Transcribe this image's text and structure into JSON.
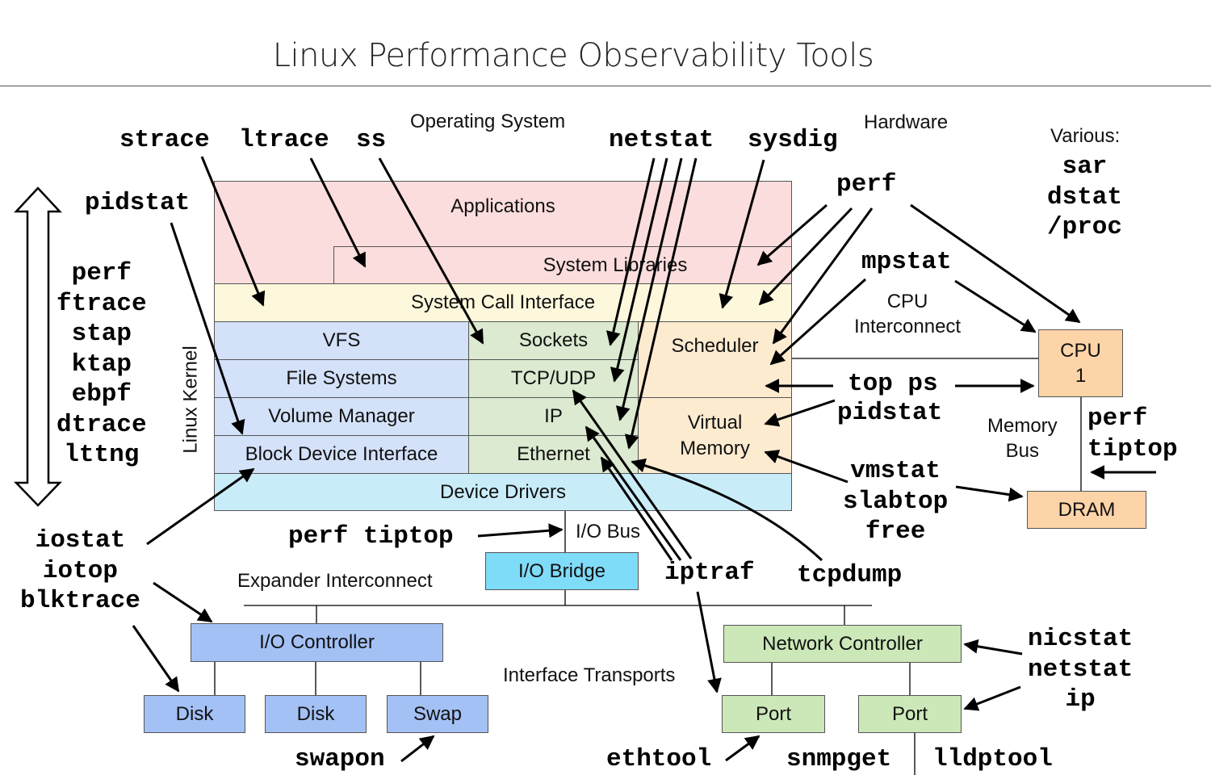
{
  "title": "Linux Performance Observability Tools",
  "colors": {
    "app_layer": "#fcdddd",
    "syscall_layer": "#fdf8dc",
    "vfs_layer": "#d3e1f9",
    "net_layer": "#dbead0",
    "sched_layer": "#fdebd0",
    "drivers": "#c9ecf9",
    "io_bridge": "#7fdcf8",
    "io_ctrl": "#a3c1f5",
    "net_ctrl": "#cce8b8",
    "cpu": "#fcd4a7",
    "line": "#000000"
  },
  "section_labels": {
    "operating_system": "Operating System",
    "hardware": "Hardware",
    "various": "Various:",
    "linux_kernel": "Linux Kernel",
    "cpu_interconnect": [
      "CPU",
      "Interconnect"
    ],
    "memory_bus": [
      "Memory",
      "Bus"
    ],
    "io_bus": "I/O Bus",
    "expander_interconnect": "Expander Interconnect",
    "interface_transports": "Interface Transports"
  },
  "components": {
    "applications": "Applications",
    "system_libraries": "System Libraries",
    "system_call_interface": "System Call Interface",
    "vfs": "VFS",
    "file_systems": "File Systems",
    "volume_manager": "Volume Manager",
    "block_device_interface": "Block Device Interface",
    "sockets": "Sockets",
    "tcp_udp": "TCP/UDP",
    "ip": "IP",
    "ethernet": "Ethernet",
    "scheduler": "Scheduler",
    "virtual_memory": [
      "Virtual",
      "Memory"
    ],
    "device_drivers": "Device Drivers",
    "io_bridge": "I/O Bridge",
    "io_controller": "I/O Controller",
    "disk_1": "Disk",
    "disk_2": "Disk",
    "swap": "Swap",
    "network_controller": "Network Controller",
    "port_1": "Port",
    "port_2": "Port",
    "cpu": [
      "CPU",
      "1"
    ],
    "dram": "DRAM"
  },
  "tools": {
    "strace": "strace",
    "ltrace": "ltrace",
    "ss": "ss",
    "netstat_top": "netstat",
    "sysdig": "sysdig",
    "pidstat_left": "pidstat",
    "left_stack": [
      "perf",
      "ftrace",
      "stap",
      "ktap",
      "ebpf",
      "dtrace",
      "lttng"
    ],
    "various": [
      "sar",
      "dstat",
      "/proc"
    ],
    "perf_top": "perf",
    "mpstat": "mpstat",
    "top_ps": "top ps",
    "pidstat_mid": "pidstat",
    "perf_tiptop_right": [
      "perf",
      "tiptop"
    ],
    "vm_stack": [
      "vmstat",
      "slabtop",
      "free"
    ],
    "io_stack": [
      "iostat",
      "iotop",
      "blktrace"
    ],
    "perf_tiptop_io": "perf tiptop",
    "iptraf": "iptraf",
    "tcpdump": "tcpdump",
    "nic_stack": [
      "nicstat",
      "netstat",
      "ip"
    ],
    "swapon": "swapon",
    "ethtool": "ethtool",
    "snmpget": "snmpget",
    "lldptool": "lldptool"
  }
}
